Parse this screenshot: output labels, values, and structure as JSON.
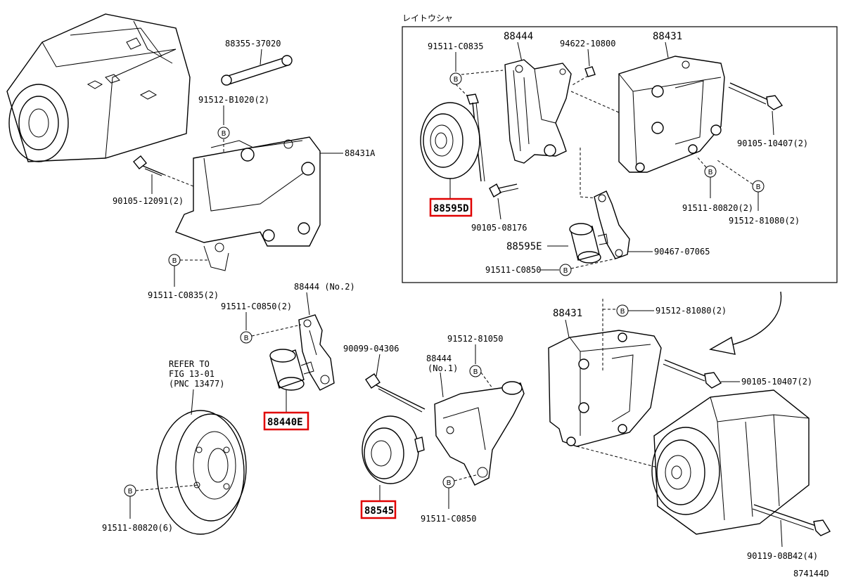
{
  "diagram": {
    "inset_label": "レイトウシャ",
    "figure_code": "874144D",
    "refer_note": [
      "REFER TO",
      "FIG 13-01",
      "(PNC 13477)"
    ],
    "bolt_marker": "B",
    "parts": {
      "p88355_37020": "88355-37020",
      "p91512_B1020": "91512-B1020(2)",
      "p88431A": "88431A",
      "p90105_12091": "90105-12091(2)",
      "p91511_C0835_2": "91511-C0835(2)",
      "p88444_no2": "88444 (No.2)",
      "p91511_C0850_2": "91511-C0850(2)",
      "p88440E": "88440E",
      "p91511_80820_6": "91511-80820(6)",
      "p90099_04306": "90099-04306",
      "p88545": "88545",
      "p91512_81050": "91512-81050",
      "p88444_no1": "88444",
      "p88444_no1_sub": "(No.1)",
      "p91511_C0850_low": "91511-C0850",
      "p88431_main": "88431",
      "p91512_81080_2_main": "91512-81080(2)",
      "p90105_10407_2_main": "90105-10407(2)",
      "p90119_08B42_4": "90119-08B42(4)",
      "inset_91511_C0835": "91511-C0835",
      "inset_88444": "88444",
      "inset_94622_10800": "94622-10800",
      "inset_88431": "88431",
      "inset_90105_10407_2": "90105-10407(2)",
      "inset_88595D": "88595D",
      "inset_90105_08176": "90105-08176",
      "inset_88595E": "88595E",
      "inset_90467_07065": "90467-07065",
      "inset_91511_C0850": "91511-C0850",
      "inset_91511_80820_2": "91511-80820(2)",
      "inset_91512_81080_2": "91512-81080(2)"
    },
    "highlight_color": "#e00000"
  }
}
